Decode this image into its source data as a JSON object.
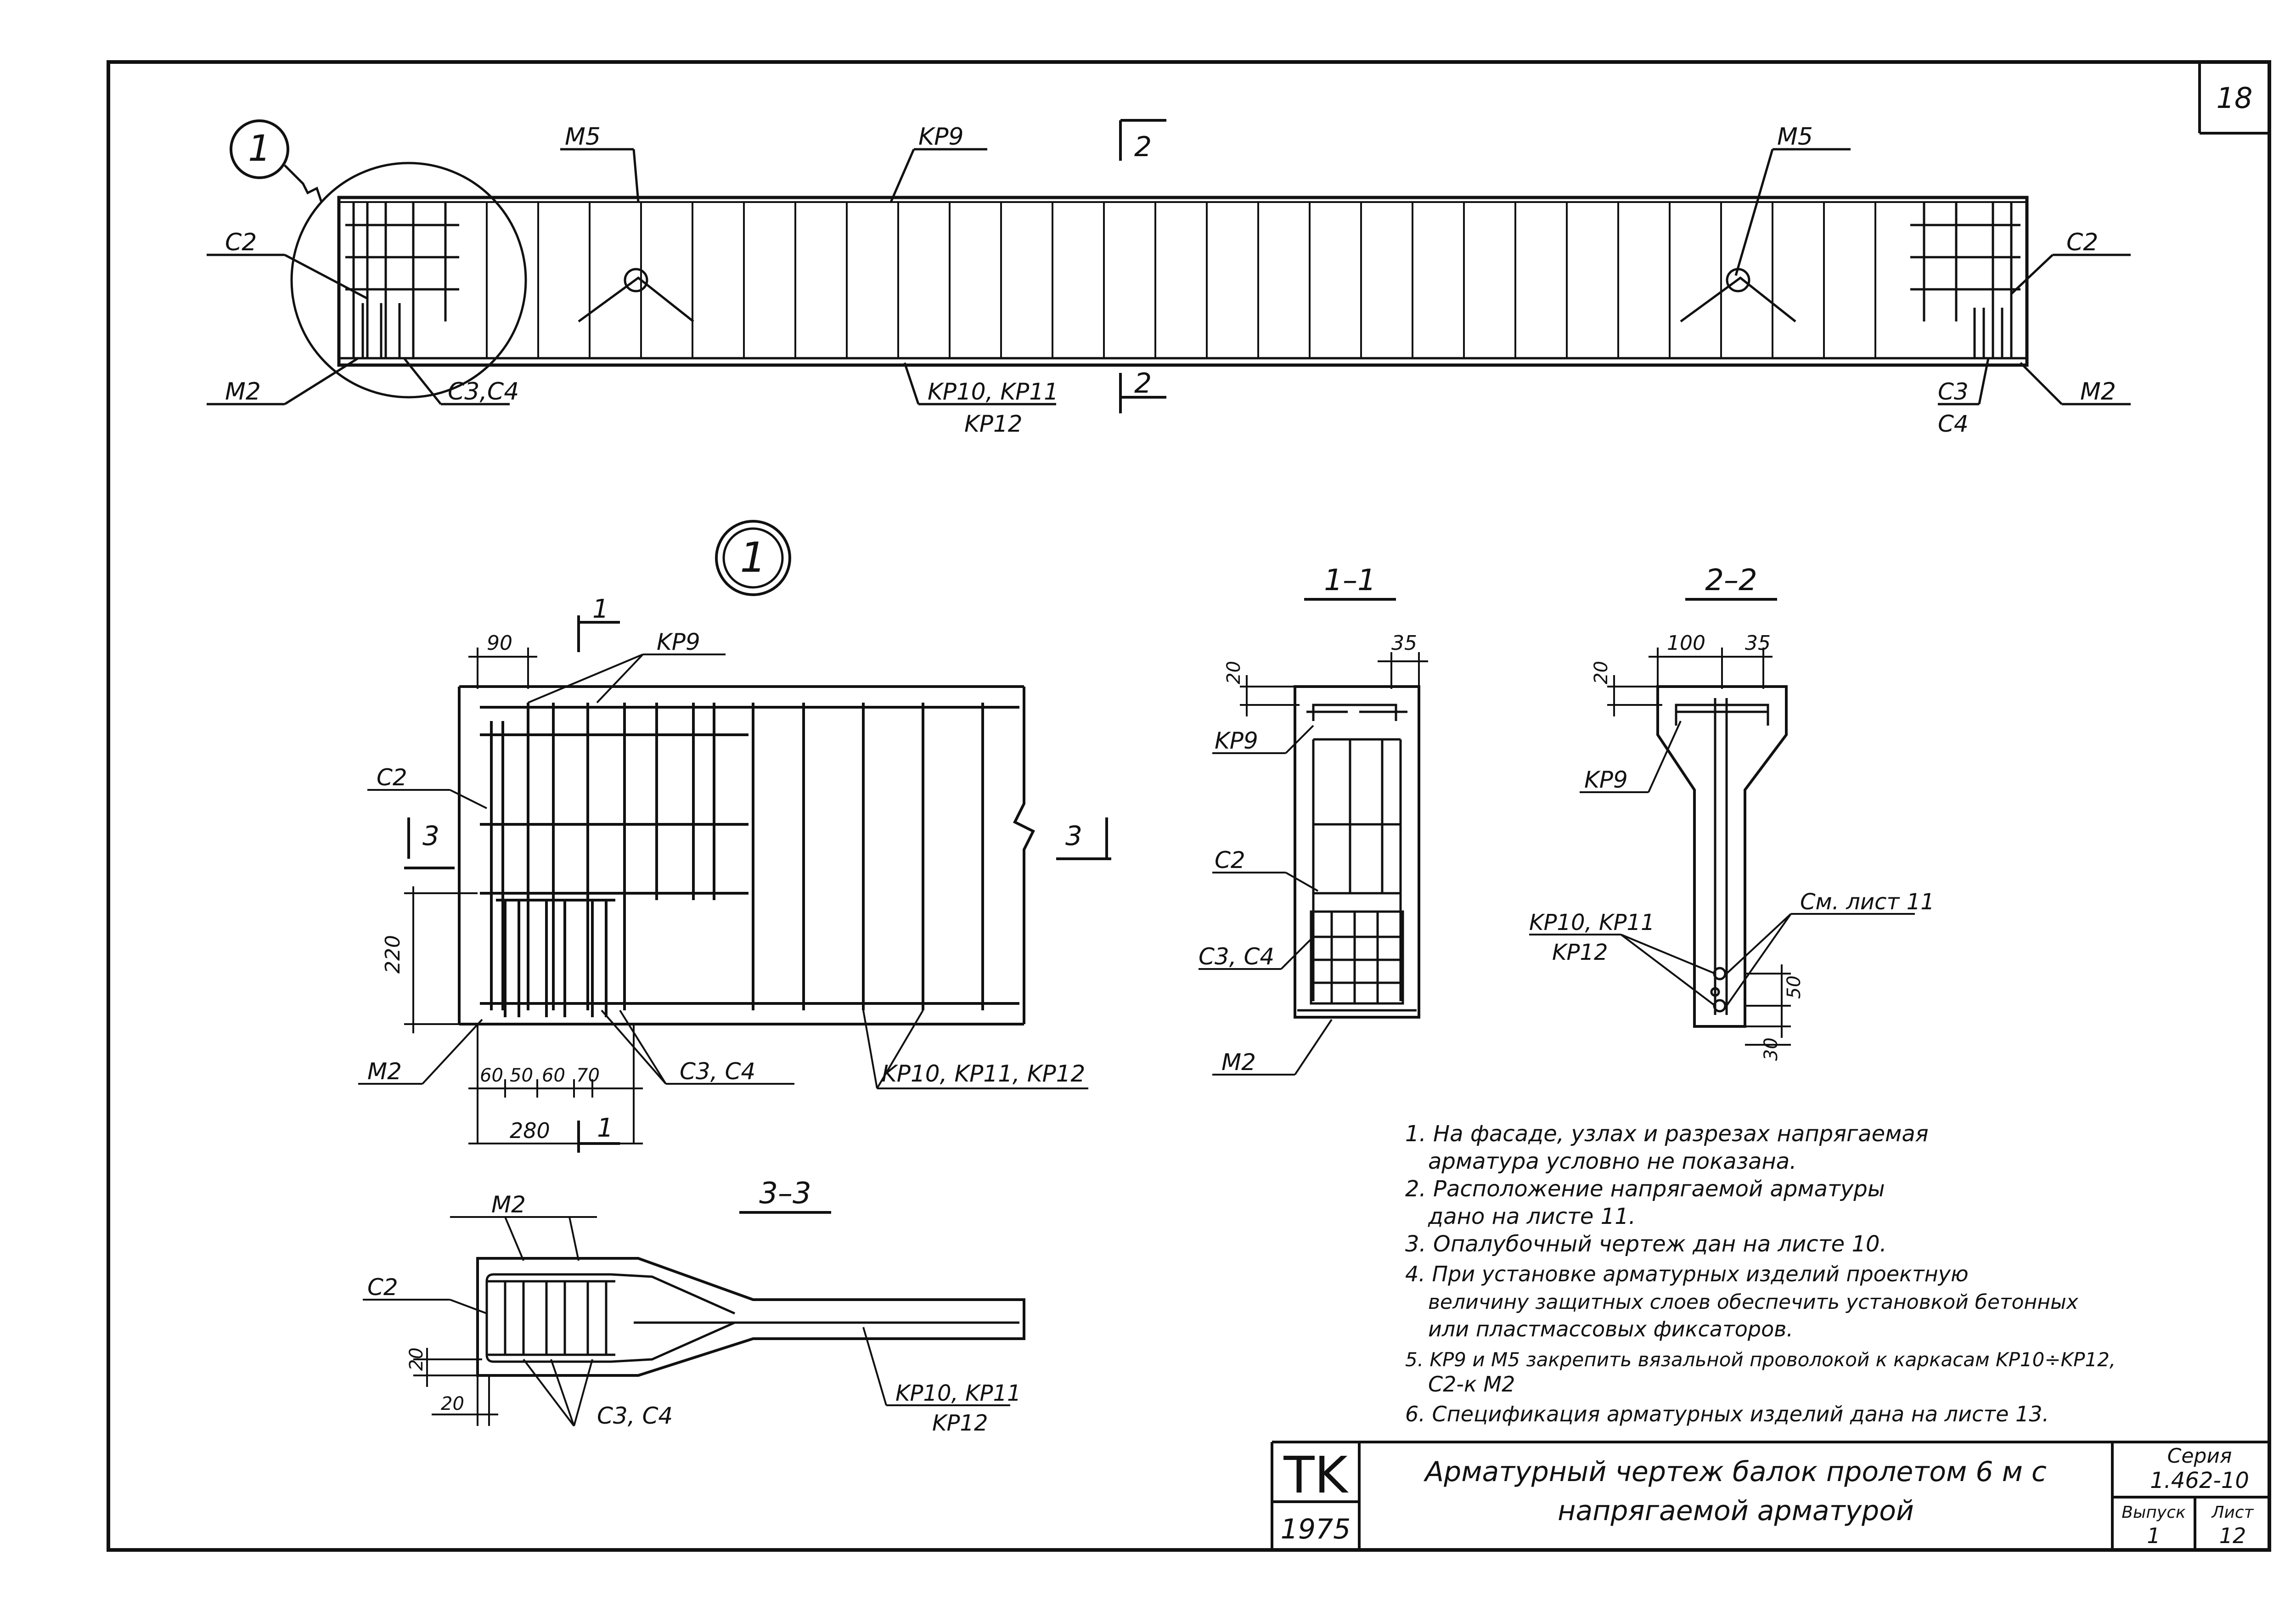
{
  "sheet_number": "18",
  "facade": {
    "node_marker": "1",
    "labels": {
      "m5_left": "M5",
      "kr9": "KP9",
      "section2_top": "2",
      "m5_right": "M5",
      "c2_left": "C2",
      "c2_right": "C2",
      "m2_left": "M2",
      "c3c4_left": "C3,C4",
      "kr10_line1": "KP10, KP11",
      "kr10_line2": "KP12",
      "section2_bottom": "2",
      "c3_right": "C3",
      "c4_right": "C4",
      "m2_right": "M2"
    }
  },
  "detail_node": {
    "marker": "1",
    "section_mark_top": "1",
    "section_mark_bottom": "1",
    "section3_left": "3",
    "section3_right": "3",
    "labels": {
      "kr9": "KP9",
      "c2": "C2",
      "m2": "M2",
      "c3c4": "C3, C4",
      "kr10": "KP10, KP11, KP12"
    },
    "dims": {
      "d90": "90",
      "d220": "220",
      "d60a": "60",
      "d50": "50",
      "d60b": "60",
      "d70": "70",
      "d280": "280"
    }
  },
  "section_1_1": {
    "title": "1–1",
    "dims": {
      "d35": "35",
      "d20": "20"
    },
    "labels": {
      "kr9": "KP9",
      "c2": "C2",
      "c3c4": "C3, C4",
      "m2": "M2"
    }
  },
  "section_2_2": {
    "title": "2–2",
    "dims": {
      "d100": "100",
      "d35": "35",
      "d20": "20",
      "d50": "50",
      "d30": "30"
    },
    "labels": {
      "kr9": "KP9",
      "kr10_line1": "KP10, KP11",
      "kr10_line2": "KP12",
      "see_sheet": "См. лист 11"
    }
  },
  "section_3_3": {
    "title": "3–3",
    "dims": {
      "d20a": "20",
      "d20b": "20"
    },
    "labels": {
      "m2": "M2",
      "c2": "C2",
      "c3c4": "C3, C4",
      "kr10_line1": "KP10, KP11",
      "kr10_line2": "KP12"
    }
  },
  "notes": [
    "1. На фасаде, узлах и разрезах напрягаемая",
    "арматура условно не показана.",
    "2. Расположение напрягаемой арматуры",
    "дано на листе 11.",
    "3. Опалубочный чертеж дан на листе 10.",
    "4. При установке арматурных изделий проектную",
    "величину защитных слоев обеспечить установкой бетонных",
    "или пластмассовых фиксаторов.",
    "5. KP9 и M5 закрепить вязальной проволокой к каркасам KP10÷KP12,",
    "C2-к M2",
    "6. Спецификация арматурных изделий дана на листе 13."
  ],
  "title_block": {
    "logo": "TK",
    "year": "1975",
    "title_line1": "Арматурный чертеж балок пролетом 6 м с",
    "title_line2": "напрягаемой арматурой",
    "series_label": "Серия",
    "series_value": "1.462-10",
    "issue_label": "Выпуск",
    "issue_value": "1",
    "sheet_label": "Лист",
    "sheet_value": "12"
  }
}
